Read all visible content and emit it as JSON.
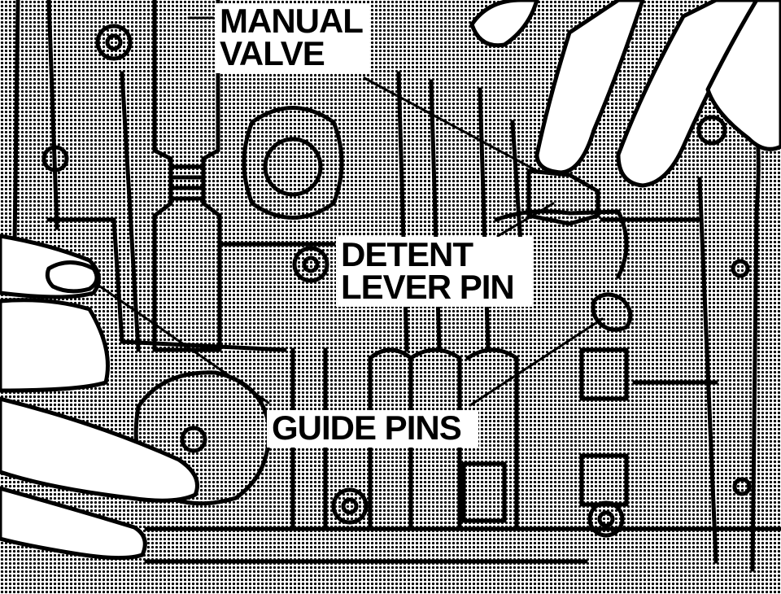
{
  "labels": {
    "manual_valve": "MANUAL\nVALVE",
    "detent_lever_pin": "DETENT\nLEVER PIN",
    "guide_pins": "GUIDE PINS"
  },
  "colors": {
    "ink": "#000000",
    "paper": "#ffffff",
    "halftone": "#9a9a9a"
  }
}
